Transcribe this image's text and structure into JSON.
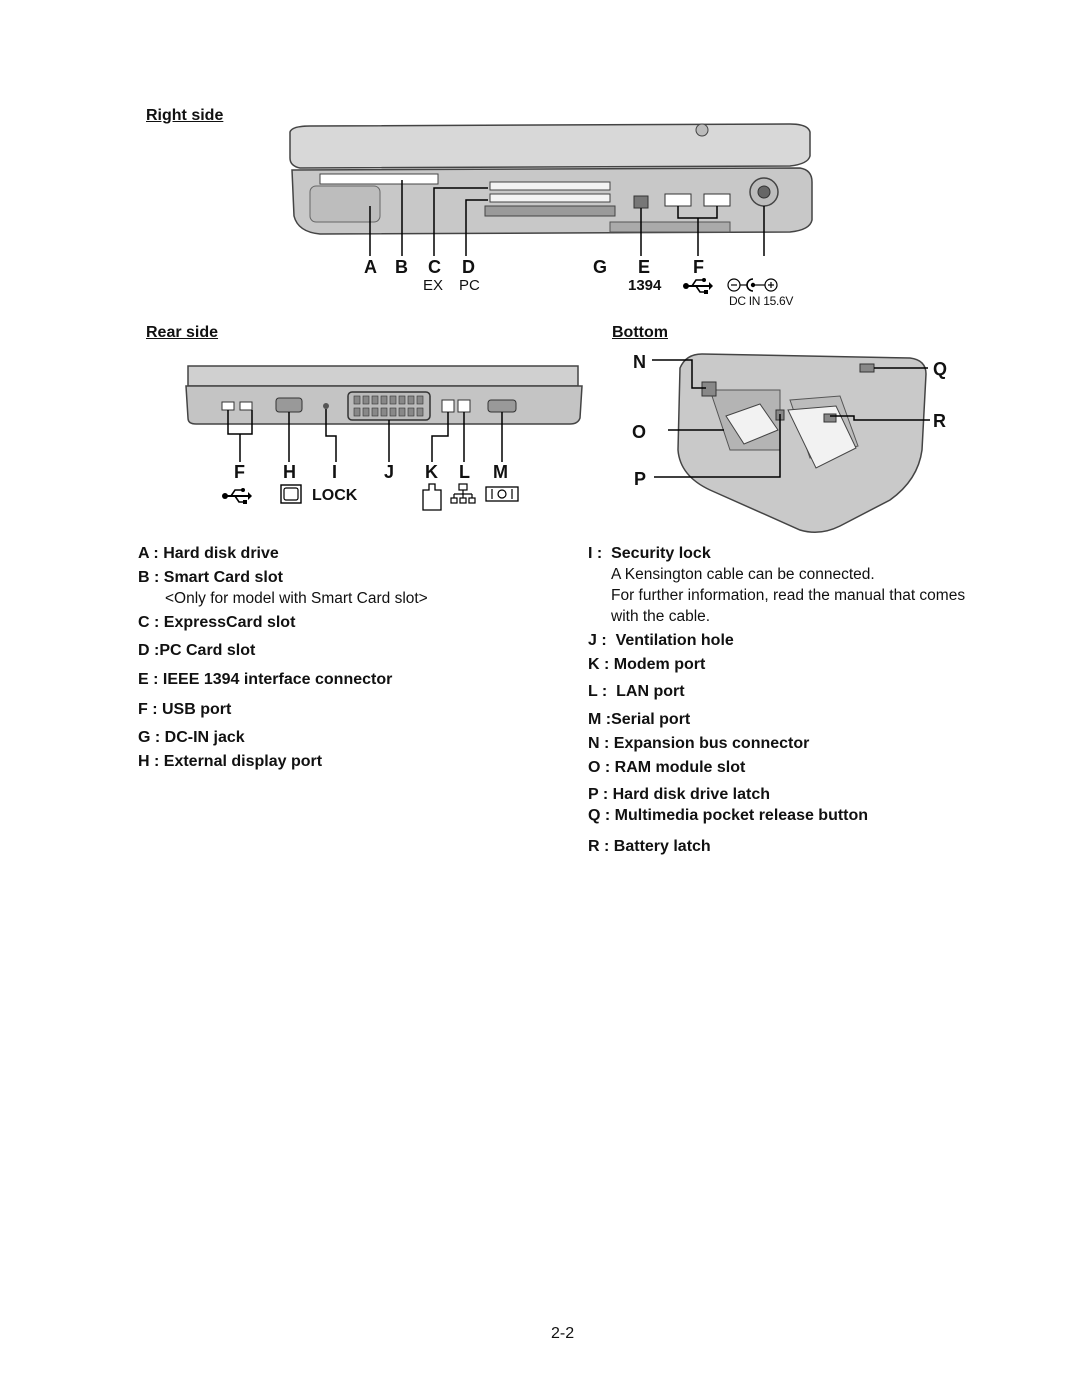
{
  "sections": {
    "right_side": "Right side",
    "rear_side": "Rear side",
    "bottom": "Bottom"
  },
  "right_side_labels": {
    "A": "A",
    "B": "B",
    "C": "C",
    "D": "D",
    "G": "G",
    "E": "E",
    "F": "F",
    "ex": "EX",
    "pc": "PC",
    "num1394": "1394",
    "dc_in": "DC IN 15.6V"
  },
  "rear_side_labels": {
    "F": "F",
    "H": "H",
    "I": "I",
    "J": "J",
    "K": "K",
    "L": "L",
    "M": "M",
    "lock": "LOCK"
  },
  "bottom_labels": {
    "N": "N",
    "O": "O",
    "P": "P",
    "Q": "Q",
    "R": "R"
  },
  "legend_left": [
    {
      "key": "A :",
      "text": "Hard disk drive"
    },
    {
      "key": "B :",
      "text": "Smart Card slot",
      "note": "<Only for model with Smart Card slot>"
    },
    {
      "key": "C :",
      "text": "ExpressCard slot"
    },
    {
      "key": "D :",
      "text": "PC Card slot"
    },
    {
      "key": "E :",
      "text": "IEEE 1394 interface connector"
    },
    {
      "key": "F :",
      "text": "USB port"
    },
    {
      "key": "G :",
      "text": "DC-IN jack"
    },
    {
      "key": "H :",
      "text": "External display port"
    }
  ],
  "legend_right": [
    {
      "key": "I :",
      "text": "Security lock",
      "note1": "A Kensington cable can be connected.",
      "note2": "For further information, read the manual that comes",
      "note3": "with the cable."
    },
    {
      "key": "J :",
      "text": "Ventilation hole"
    },
    {
      "key": "K :",
      "text": "Modem port"
    },
    {
      "key": "L :",
      "text": "LAN port"
    },
    {
      "key": "M :",
      "text": "Serial port"
    },
    {
      "key": "N :",
      "text": "Expansion bus connector"
    },
    {
      "key": "O :",
      "text": "RAM module slot"
    },
    {
      "key": "P :",
      "text": "Hard disk drive latch"
    },
    {
      "key": "Q :",
      "text": "Multimedia pocket release button"
    },
    {
      "key": "R :",
      "text": "Battery latch"
    }
  ],
  "page_number": "2-2",
  "icons": [
    "usb-icon",
    "display-icon",
    "modem-icon",
    "lan-icon",
    "serial-icon",
    "dc-polarity-icon"
  ]
}
